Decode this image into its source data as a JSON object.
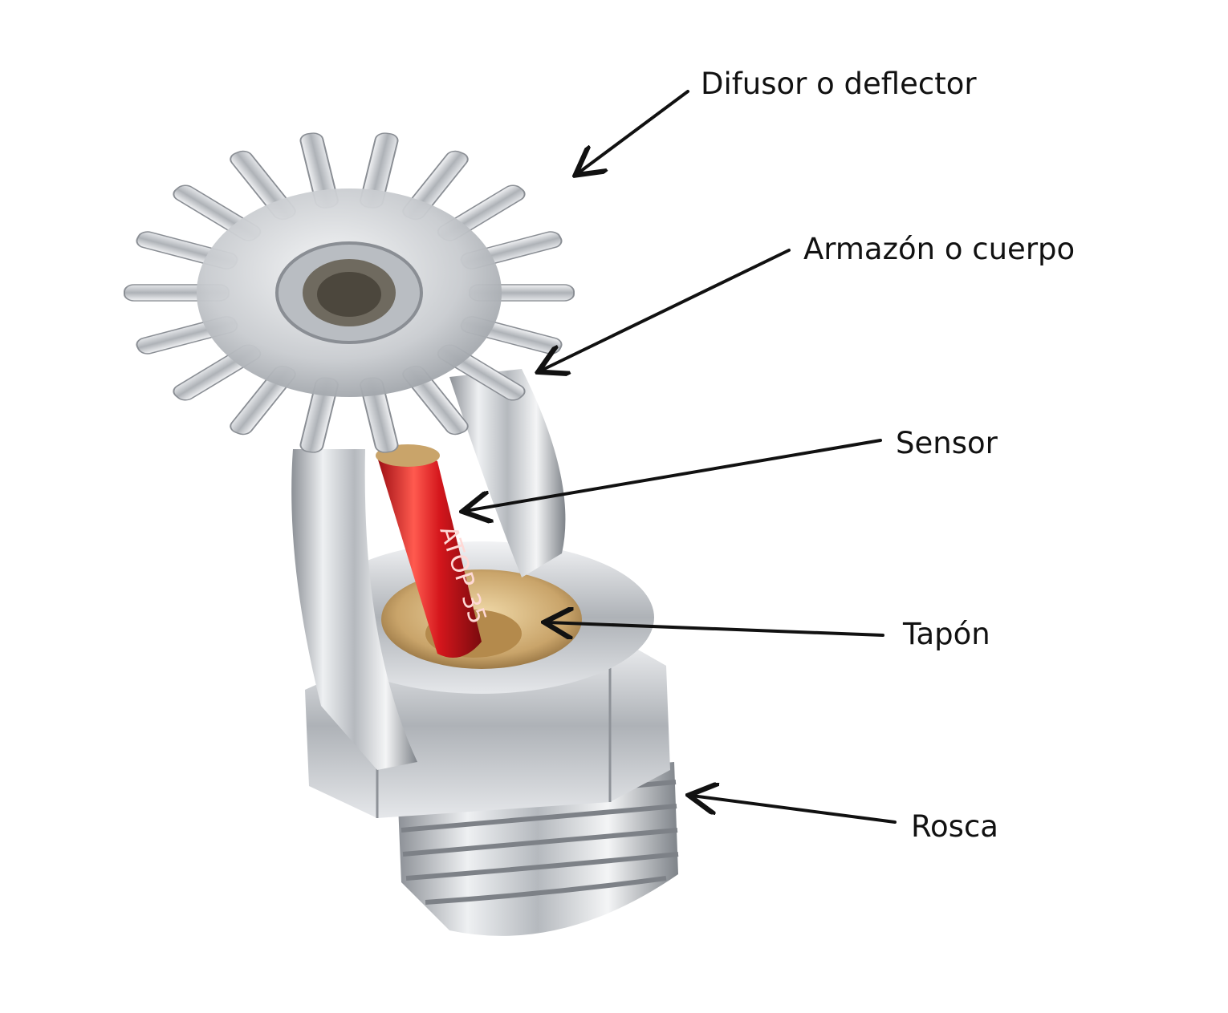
{
  "labels": {
    "deflector": "Difusor o deflector",
    "frame": "Armazón o cuerpo",
    "sensor": "Sensor",
    "plug": "Tapón",
    "thread": "Rosca"
  },
  "bulb_text": "ATOP 35",
  "colors": {
    "chrome": "#c9ccd0",
    "bulb_red": "#d4161c",
    "brass": "#c9a46a",
    "label_text": "#111111",
    "arrow": "#111111"
  }
}
